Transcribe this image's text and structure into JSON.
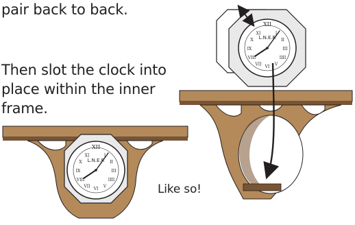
{
  "instructions": {
    "line1": "pair back to back.",
    "line2": "Then slot the clock into",
    "line3": "place  within the inner",
    "line4": "frame.",
    "caption": "Like so!"
  },
  "clock": {
    "top_label": "XII",
    "brand": "L.N.E.R",
    "numerals": [
      "I",
      "II",
      "III",
      "IIII",
      "V",
      "VI",
      "VII",
      "VIII",
      "IX",
      "X",
      "XI",
      "XII"
    ]
  },
  "colors": {
    "wood": "#b48a5a",
    "wood_dark": "#7a5533",
    "clock_face": "#ffffff",
    "octagon_fill": "#e9e9ea",
    "octagon_stroke": "#231f20",
    "arrow": "#231f20"
  }
}
